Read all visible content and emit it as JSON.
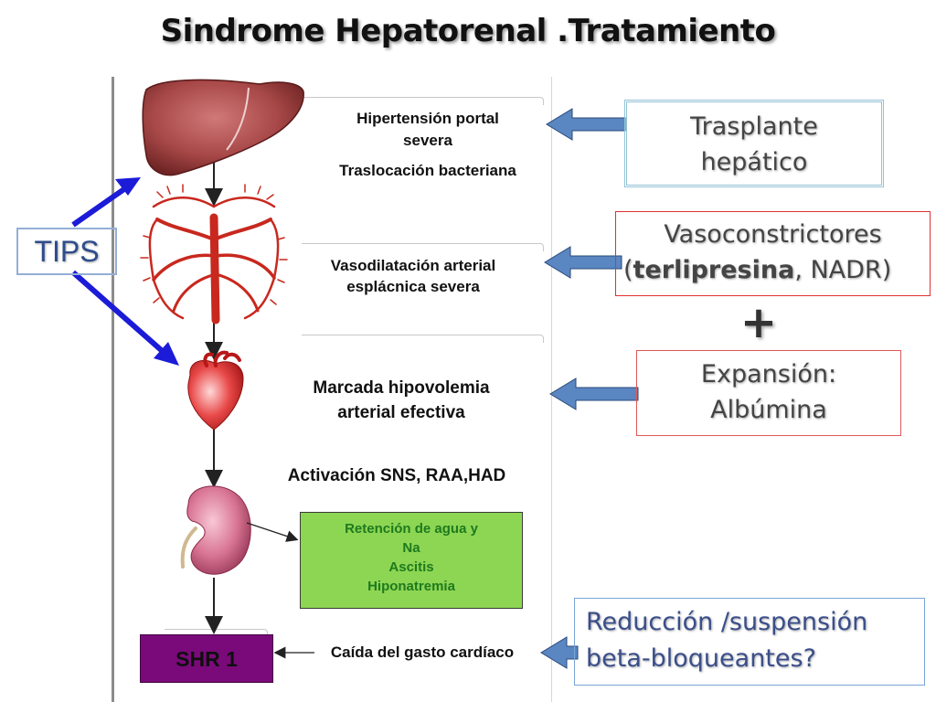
{
  "title": "Sindrome Hepatorenal .Tratamiento",
  "flow": {
    "liver": {
      "line1": "Hipertensión portal",
      "line2": "severa",
      "line3": "Traslocación bacteriana"
    },
    "vessels": {
      "line1": "Vasodilatación arterial",
      "line2": "esplácnica severa"
    },
    "heart": {
      "line1": "Marcada hipovolemia",
      "line2": "arterial efectiva",
      "line3": "Activación SNS, RAA,HAD"
    },
    "kidney": {
      "line1": "Retención de agua y",
      "line2": "Na",
      "line3": "Ascitis",
      "line4": "Hiponatremia"
    },
    "output": {
      "shr_label": "SHR 1",
      "cardiac": "Caída del gasto cardíaco"
    }
  },
  "treatments": {
    "tips": "TIPS",
    "transplant": {
      "line1": "Trasplante",
      "line2": "hepático"
    },
    "vaso": {
      "line1": "Vasoconstrictores",
      "open": "(",
      "bold": "terlipresina",
      "rest": ", NADR)"
    },
    "plus": "+",
    "expansion": {
      "line1": "Expansión:",
      "line2": "Albúmina"
    },
    "betablock": {
      "line1": "Reducción /suspensión",
      "line2": "beta-bloqueantes?"
    }
  },
  "colors": {
    "green_box": "#8dd653",
    "shr_box": "#7a0a7a",
    "treatment_arrow": "#5a86c2",
    "tips_arrow": "#1b1bd8"
  }
}
